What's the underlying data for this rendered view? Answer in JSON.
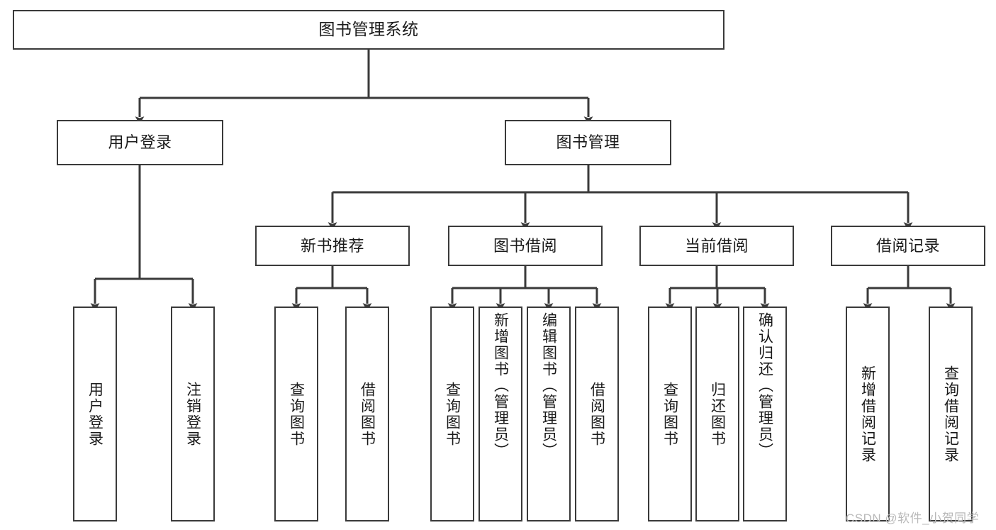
{
  "diagram": {
    "title": "图书管理系统",
    "type": "hierarchy-tree",
    "background_color": "#ffffff",
    "box_border_color": "#3a3a3a",
    "connector_color": "#3a3a3a",
    "watermark": "CSDN @软件_小贺同学"
  },
  "nodes": {
    "root": {
      "label": "图书管理系统"
    },
    "level2": [
      {
        "label": "用户登录"
      },
      {
        "label": "图书管理"
      }
    ],
    "level3": [
      {
        "label": "新书推荐"
      },
      {
        "label": "图书借阅"
      },
      {
        "label": "当前借阅"
      },
      {
        "label": "借阅记录"
      }
    ],
    "leaves": {
      "user_login": [
        {
          "label": "用户登录"
        },
        {
          "label": "注销登录"
        }
      ],
      "new_book": [
        {
          "label": "查询图书"
        },
        {
          "label": "借阅图书"
        }
      ],
      "book_borrow": [
        {
          "label": "查询图书"
        },
        {
          "label": "新增图书（管理员）"
        },
        {
          "label": "编辑图书（管理员）"
        },
        {
          "label": "借阅图书"
        }
      ],
      "current_borrow": [
        {
          "label": "查询图书"
        },
        {
          "label": "归还图书"
        },
        {
          "label": "确认归还（管理员）"
        }
      ],
      "borrow_record": [
        {
          "label": "新增借阅记录"
        },
        {
          "label": "查询借阅记录"
        }
      ]
    }
  }
}
